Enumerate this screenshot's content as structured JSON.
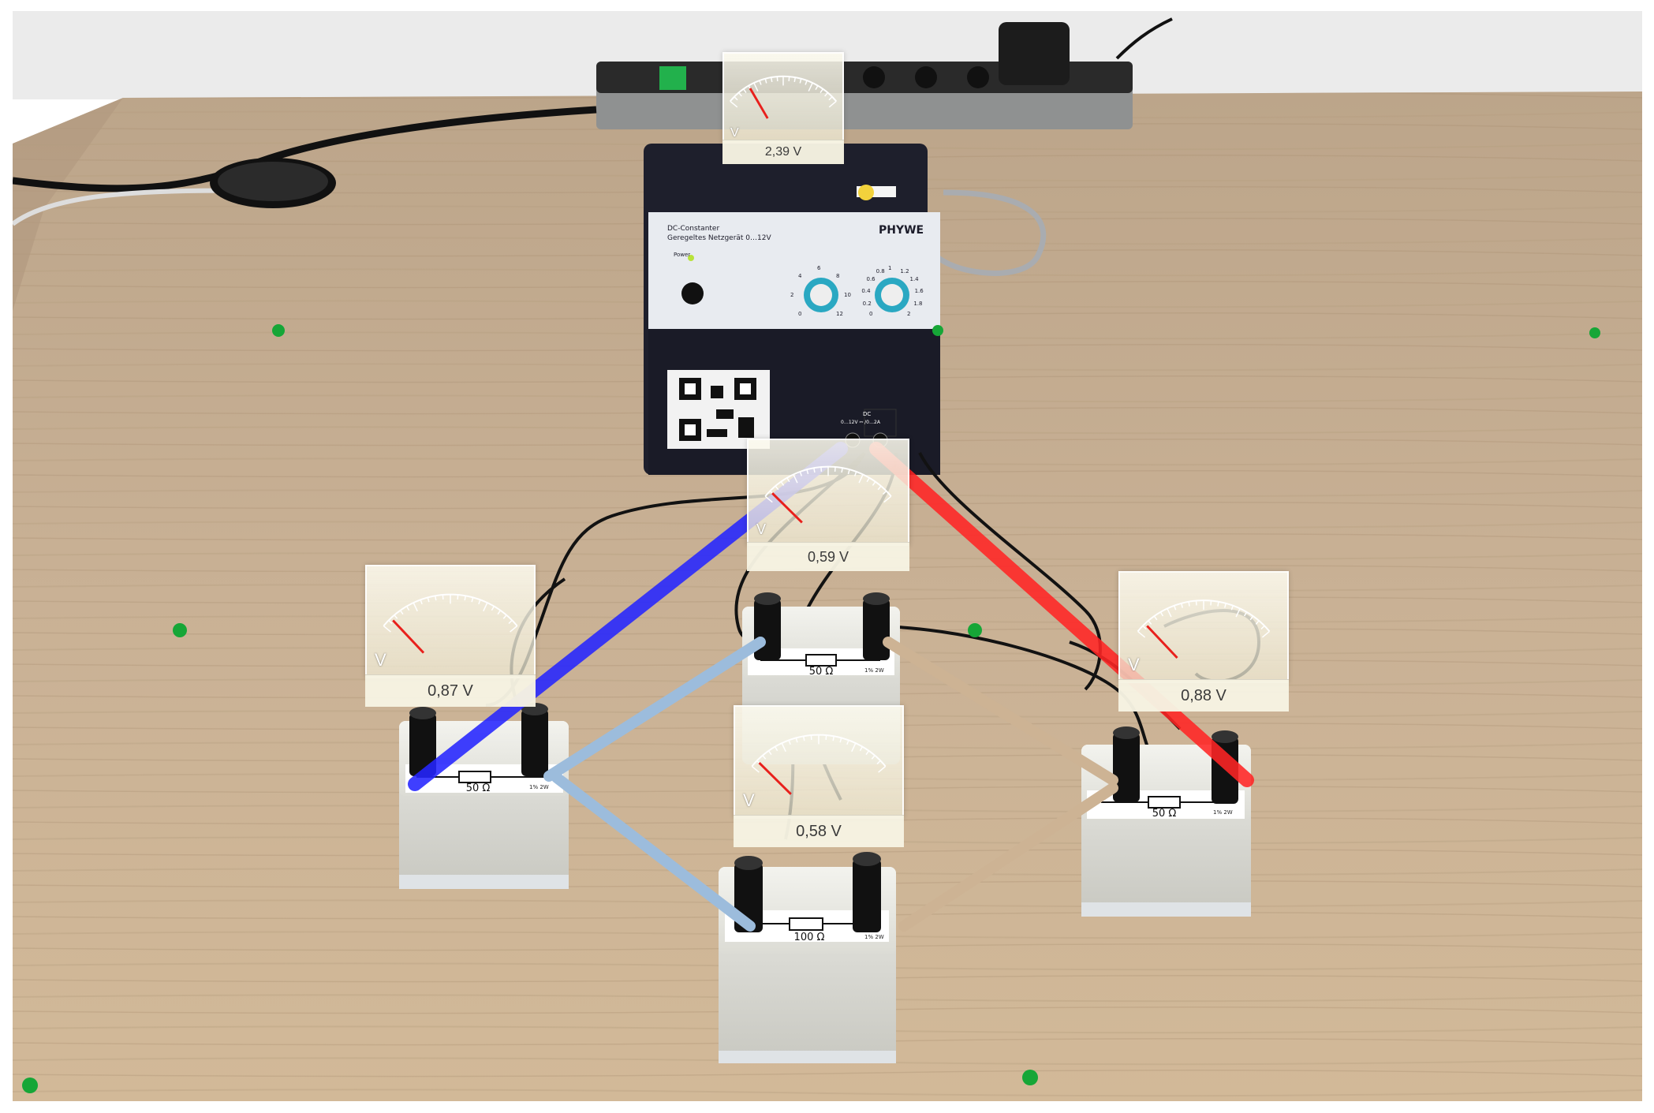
{
  "photo": {
    "description_colors": {
      "table_wood": "#c9ad8e",
      "wall": "#ececec",
      "wire_blue": "#2b2bff",
      "wire_red": "#ff2a2a",
      "wire_lightblue": "#98b9d9",
      "wire_tan": "#c9b08e"
    }
  },
  "power_supply": {
    "title_line1": "DC-Constanter",
    "title_line2": "Geregeltes Netzgerät 0…12V",
    "power_label": "Power",
    "brand": "PHYWE",
    "output_label_line1": "DC",
    "output_label_line2": "0…12V ⎓ /0…2A",
    "voltage_scale": [
      "0",
      "2",
      "4",
      "6",
      "8",
      "10",
      "12"
    ],
    "current_scale": [
      "0",
      "0.2",
      "0.4",
      "0.6",
      "0.8",
      "1",
      "1.2",
      "1.4",
      "1.6",
      "1.8",
      "2"
    ]
  },
  "voltmeters": [
    {
      "id": "supply",
      "reading": "2,39 V",
      "unit": "V",
      "needle_fraction": 0.2
    },
    {
      "id": "top-center",
      "reading": "0,59 V",
      "unit": "V",
      "needle_fraction": 0.05
    },
    {
      "id": "left",
      "reading": "0,87 V",
      "unit": "V",
      "needle_fraction": 0.07
    },
    {
      "id": "right",
      "reading": "0,88 V",
      "unit": "V",
      "needle_fraction": 0.07
    },
    {
      "id": "bottom-center",
      "reading": "0,58 V",
      "unit": "V",
      "needle_fraction": 0.05
    }
  ],
  "resistors": [
    {
      "id": "left",
      "label": "50 Ω",
      "rating": "1% 2W"
    },
    {
      "id": "top",
      "label": "50 Ω",
      "rating": "1% 2W"
    },
    {
      "id": "right",
      "label": "50 Ω",
      "rating": "1% 2W"
    },
    {
      "id": "bottom",
      "label": "100 Ω",
      "rating": "1% 2W"
    }
  ]
}
